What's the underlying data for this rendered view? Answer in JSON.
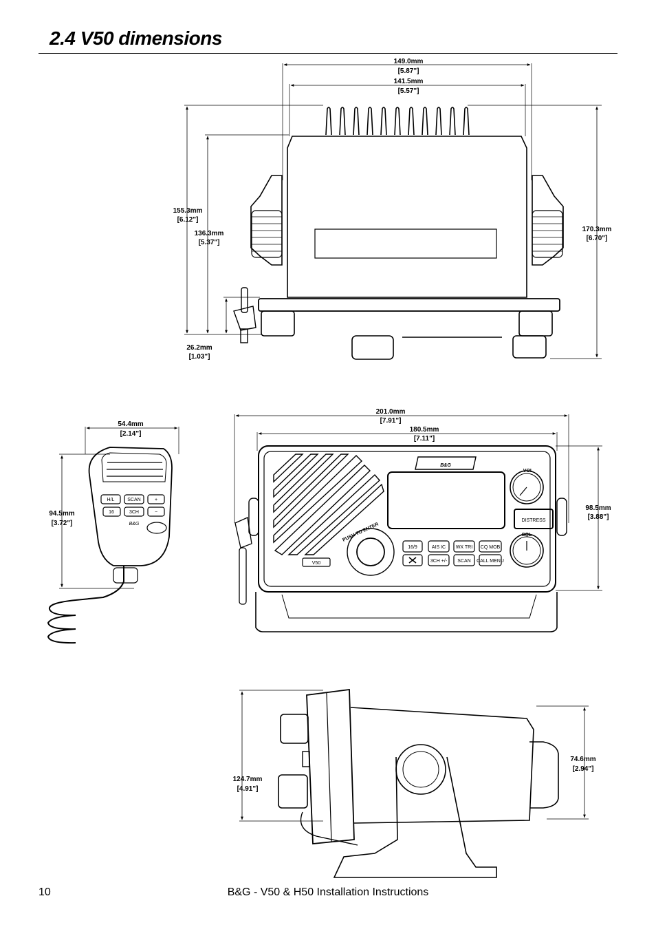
{
  "heading": "2.4 V50 dimensions",
  "footer": {
    "page_number": "10",
    "title": "B&G - V50 & H50 Installation Instructions"
  },
  "top_view": {
    "width_outer_mm": "149.0mm",
    "width_outer_in": "[5.87\"]",
    "width_inner_mm": "141.5mm",
    "width_inner_in": "[5.57\"]",
    "height_a_mm": "155.3mm",
    "height_a_in": "[6.12\"]",
    "height_b_mm": "136.3mm",
    "height_b_in": "[5.37\"]",
    "height_c_mm": "170.3mm",
    "height_c_in": "[6.70\"]",
    "depth_mm": "26.2mm",
    "depth_in": "[1.03\"]"
  },
  "mic_view": {
    "width_mm": "54.4mm",
    "width_in": "[2.14\"]",
    "height_mm": "94.5mm",
    "height_in": "[3.72\"]",
    "keys": [
      "H/L",
      "SCAN",
      "+",
      "16",
      "3CH",
      "−"
    ],
    "logo": "B&G"
  },
  "front_view": {
    "width_outer_mm": "201.0mm",
    "width_outer_in": "[7.91\"]",
    "width_inner_mm": "180.5mm",
    "width_inner_in": "[7.11\"]",
    "height_mm": "98.5mm",
    "height_in": "[3.88\"]",
    "logo": "B&G",
    "model": "V50",
    "distress": "DISTRESS",
    "vol": "VOL",
    "sql": "SQL",
    "knob_label": "PUSH TO ENTER",
    "keys": [
      "16/9",
      "AIS IC",
      "WX TRI",
      "CQ MOB",
      "",
      "3CH +/-",
      "SCAN",
      "CALL MENU"
    ]
  },
  "side_view": {
    "height_mm": "124.7mm",
    "height_in": "[4.91\"]",
    "depth_mm": "74.6mm",
    "depth_in": "[2.94\"]"
  }
}
